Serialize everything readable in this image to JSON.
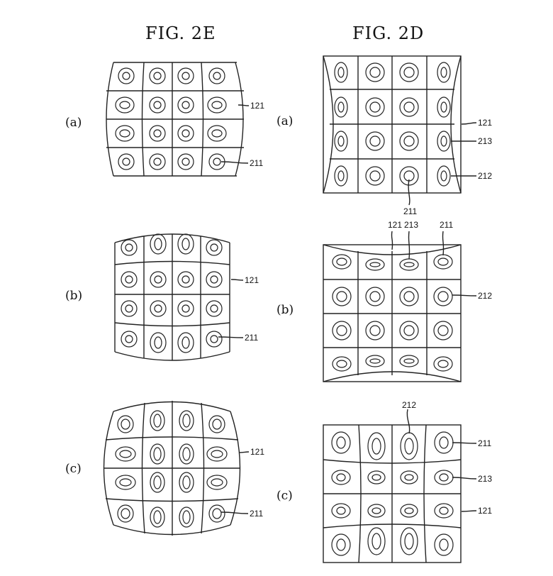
{
  "figures": [
    {
      "id": "fig-2e",
      "title": "FIG.  2E",
      "panels": [
        {
          "label": "(a)",
          "distortion": "pincushion-vertical-edges",
          "refs": [
            "121",
            "211"
          ]
        },
        {
          "label": "(b)",
          "distortion": "barrel-horizontal-edges",
          "refs": [
            "121",
            "211"
          ]
        },
        {
          "label": "(c)",
          "distortion": "barrel-both",
          "refs": [
            "121",
            "211"
          ]
        }
      ]
    },
    {
      "id": "fig-2d",
      "title": "FIG.  2D",
      "panels": [
        {
          "label": "(a)",
          "distortion": "curved-side-guides",
          "refs": [
            "121",
            "213",
            "211",
            "212"
          ]
        },
        {
          "label": "(b)",
          "distortion": "curved-top-bottom-guides",
          "refs": [
            "121",
            "213",
            "211",
            "212"
          ]
        },
        {
          "label": "(c)",
          "distortion": "curved-grid-lines",
          "refs": [
            "212",
            "211",
            "213",
            "121"
          ]
        }
      ]
    }
  ],
  "grid": {
    "rows": 4,
    "cols": 4
  }
}
